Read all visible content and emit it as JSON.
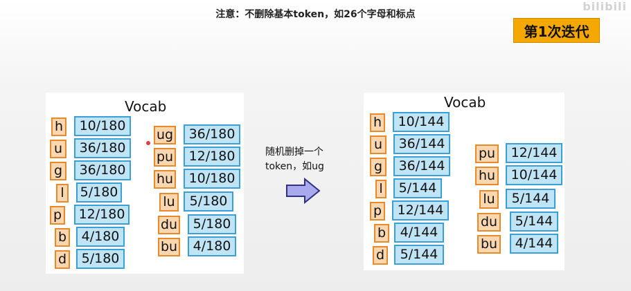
{
  "note": "注意：不删除基本token，如26个字母和标点",
  "iteration_badge": "第1次迭代",
  "watermark": "bilibili",
  "action_caption_line1": "随机删掉一个",
  "action_caption_line2": "token，如ug",
  "colors": {
    "token_fill": "#fbd7b0",
    "token_border": "#e88a2a",
    "count_fill": "#bfe4f5",
    "count_border": "#3a9fd6",
    "badge": "#f5a800"
  },
  "before": {
    "title": "Vocab",
    "col1": [
      {
        "token": "h",
        "count": "10/180"
      },
      {
        "token": "u",
        "count": "36/180"
      },
      {
        "token": "g",
        "count": "36/180"
      },
      {
        "token": "l",
        "count": "5/180"
      },
      {
        "token": "p",
        "count": "12/180"
      },
      {
        "token": "b",
        "count": "4/180"
      },
      {
        "token": "d",
        "count": "5/180"
      }
    ],
    "col2": [
      {
        "token": "ug",
        "count": "36/180"
      },
      {
        "token": "pu",
        "count": "12/180"
      },
      {
        "token": "hu",
        "count": "10/180"
      },
      {
        "token": "lu",
        "count": "5/180"
      },
      {
        "token": "du",
        "count": "5/180"
      },
      {
        "token": "bu",
        "count": "4/180"
      }
    ]
  },
  "after": {
    "title": "Vocab",
    "col1": [
      {
        "token": "h",
        "count": "10/144"
      },
      {
        "token": "u",
        "count": "36/144"
      },
      {
        "token": "g",
        "count": "36/144"
      },
      {
        "token": "l",
        "count": "5/144"
      },
      {
        "token": "p",
        "count": "12/144"
      },
      {
        "token": "b",
        "count": "4/144"
      },
      {
        "token": "d",
        "count": "5/144"
      }
    ],
    "col2": [
      {
        "token": "pu",
        "count": "12/144"
      },
      {
        "token": "hu",
        "count": "10/144"
      },
      {
        "token": "lu",
        "count": "5/144"
      },
      {
        "token": "du",
        "count": "5/144"
      },
      {
        "token": "bu",
        "count": "4/144"
      }
    ]
  }
}
